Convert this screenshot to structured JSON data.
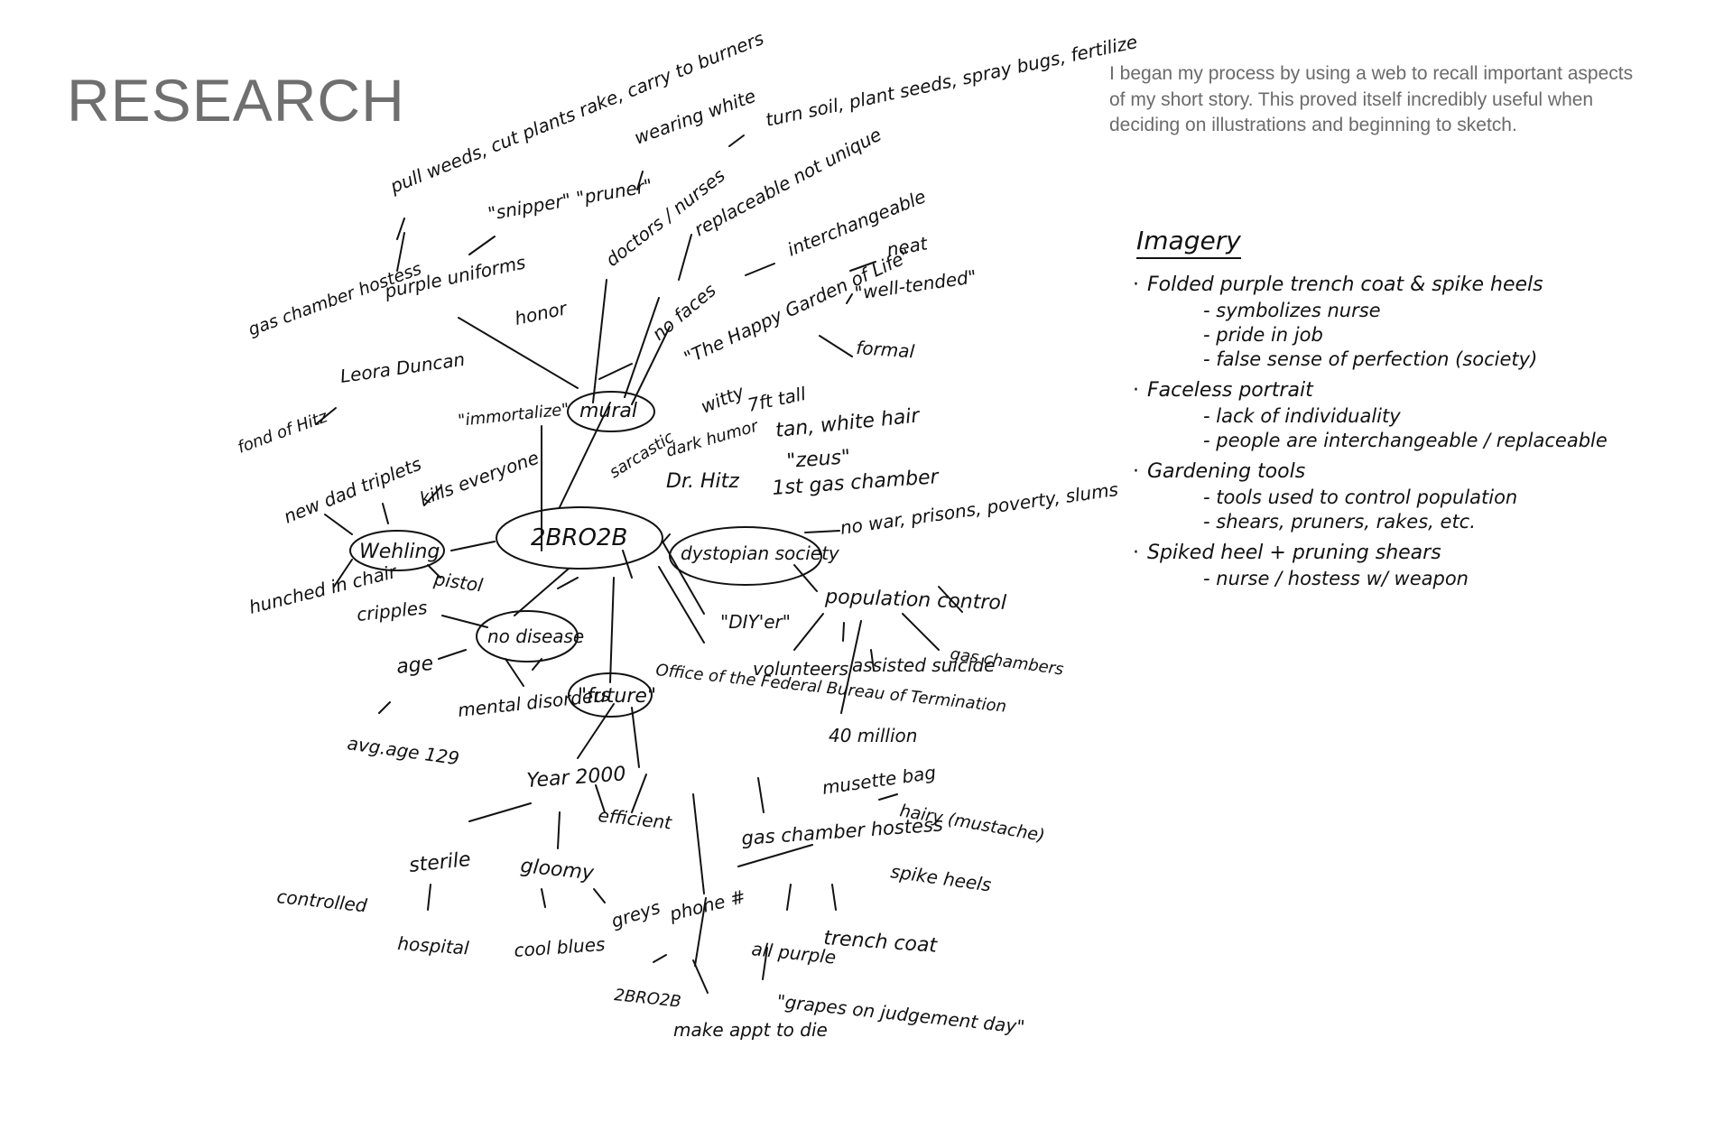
{
  "page": {
    "title": "RESEARCH",
    "intro": "I began my process by using a web to recall important aspects of my short story. This proved itself incredibly useful when deciding on illustrations and beginning to sketch."
  },
  "web": {
    "center": "2BRO2B",
    "nodes": [
      {
        "key": "mural",
        "text": "mural"
      },
      {
        "key": "wehling",
        "text": "Wehling"
      },
      {
        "key": "dystopian",
        "text": "dystopian society"
      },
      {
        "key": "no_disease",
        "text": "no disease"
      },
      {
        "key": "future",
        "text": "\"future\""
      }
    ],
    "labels": [
      {
        "key": "pull_weeds",
        "text": "pull weeds, cut plants rake, carry to burners"
      },
      {
        "key": "wearing_white",
        "text": "wearing white"
      },
      {
        "key": "turn_soil",
        "text": "turn soil, plant seeds, spray bugs, fertilize"
      },
      {
        "key": "snipper",
        "text": "\"snipper\" \"pruner\""
      },
      {
        "key": "doctors_nurses",
        "text": "doctors / nurses"
      },
      {
        "key": "replaceable",
        "text": "replaceable not unique"
      },
      {
        "key": "interchangeable",
        "text": "interchangeable"
      },
      {
        "key": "gas_chamber_hostess_top",
        "text": "gas chamber hostess"
      },
      {
        "key": "purple_uniforms",
        "text": "purple uniforms"
      },
      {
        "key": "honor",
        "text": "honor"
      },
      {
        "key": "no_faces",
        "text": "no faces"
      },
      {
        "key": "neat",
        "text": "neat"
      },
      {
        "key": "happy_garden",
        "text": "\"The Happy Garden of Life\""
      },
      {
        "key": "well_tended",
        "text": "\"well-tended\""
      },
      {
        "key": "formal",
        "text": "formal"
      },
      {
        "key": "leora",
        "text": "Leora Duncan"
      },
      {
        "key": "fond",
        "text": "fond of Hitz"
      },
      {
        "key": "immortalize",
        "text": "\"immortalize\""
      },
      {
        "key": "witty",
        "text": "witty"
      },
      {
        "key": "sarcastic",
        "text": "sarcastic"
      },
      {
        "key": "dark_humor",
        "text": "dark humor"
      },
      {
        "key": "seven_ft",
        "text": "7ft tall"
      },
      {
        "key": "tan_hair",
        "text": "tan, white hair"
      },
      {
        "key": "new_dad",
        "text": "new dad triplets"
      },
      {
        "key": "kills",
        "text": "kills everyone"
      },
      {
        "key": "dr_hitz",
        "text": "Dr. Hitz"
      },
      {
        "key": "zeus",
        "text": "\"zeus\""
      },
      {
        "key": "first_gas",
        "text": "1st gas chamber"
      },
      {
        "key": "no_war",
        "text": "no war, prisons, poverty, slums"
      },
      {
        "key": "hunched",
        "text": "hunched in chair"
      },
      {
        "key": "pistol",
        "text": "pistol"
      },
      {
        "key": "cripples",
        "text": "cripples"
      },
      {
        "key": "diyer",
        "text": "\"DIY'er\""
      },
      {
        "key": "population_control",
        "text": "population control"
      },
      {
        "key": "age",
        "text": "age"
      },
      {
        "key": "volunteers",
        "text": "volunteers"
      },
      {
        "key": "assisted_suicide",
        "text": "assisted suicide"
      },
      {
        "key": "gas_chambers",
        "text": "gas chambers"
      },
      {
        "key": "office",
        "text": "Office of the Federal Bureau of Termination"
      },
      {
        "key": "mental",
        "text": "mental disorders"
      },
      {
        "key": "avg_age",
        "text": "avg.age 129"
      },
      {
        "key": "forty_million",
        "text": "40 million"
      },
      {
        "key": "year_2000",
        "text": "Year 2000"
      },
      {
        "key": "musette",
        "text": "musette bag"
      },
      {
        "key": "hairy",
        "text": "hairy (mustache)"
      },
      {
        "key": "efficient",
        "text": "efficient"
      },
      {
        "key": "gas_chamber_hostess",
        "text": "gas chamber hostess"
      },
      {
        "key": "sterile",
        "text": "sterile"
      },
      {
        "key": "gloomy",
        "text": "gloomy"
      },
      {
        "key": "controlled",
        "text": "controlled"
      },
      {
        "key": "spike_heels",
        "text": "spike heels"
      },
      {
        "key": "greys",
        "text": "greys"
      },
      {
        "key": "phone",
        "text": "phone #"
      },
      {
        "key": "hospital",
        "text": "hospital"
      },
      {
        "key": "cool_blues",
        "text": "cool blues"
      },
      {
        "key": "all_purple",
        "text": "all purple"
      },
      {
        "key": "trench_coat",
        "text": "trench coat"
      },
      {
        "key": "phone_2bro2b",
        "text": "2BRO2B"
      },
      {
        "key": "grapes",
        "text": "\"grapes on judgement day\""
      },
      {
        "key": "make_appt",
        "text": "make appt to die"
      }
    ]
  },
  "imagery": {
    "heading": "Imagery",
    "groups": [
      {
        "item": "Folded purple trench coat & spike heels",
        "subs": [
          "- symbolizes nurse",
          "- pride in job",
          "- false sense of perfection (society)"
        ]
      },
      {
        "item": "Faceless portrait",
        "subs": [
          "- lack of individuality",
          "- people are interchangeable / replaceable"
        ]
      },
      {
        "item": "Gardening tools",
        "subs": [
          "- tools used to control population",
          "- shears, pruners, rakes, etc."
        ]
      },
      {
        "item": "Spiked heel + pruning shears",
        "subs": [
          "- nurse / hostess w/ weapon"
        ]
      }
    ]
  }
}
